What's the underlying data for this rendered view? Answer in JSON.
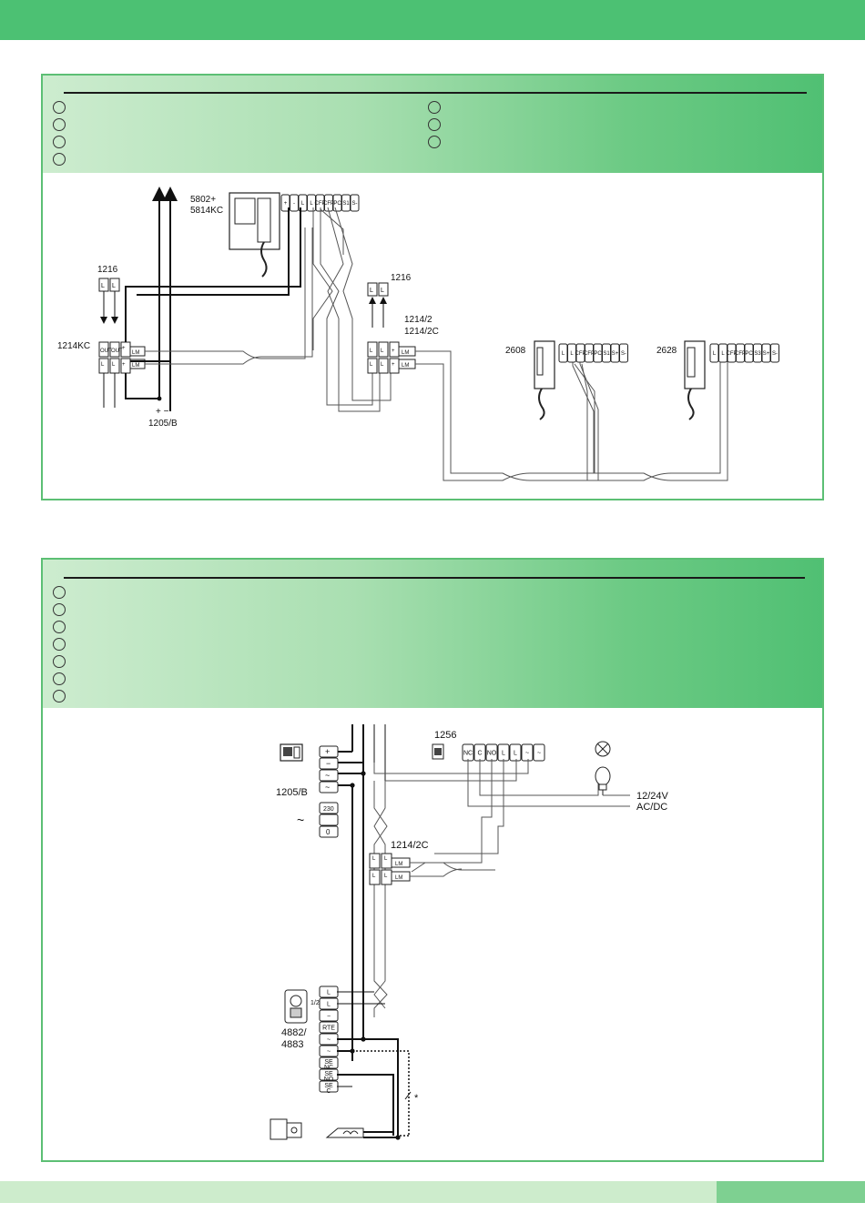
{
  "diagram1": {
    "labels": {
      "monitor": "5802+",
      "monitor2": "5814KC",
      "relay_left": "1216",
      "relay_right": "1216",
      "switcher_left": "1214KC",
      "psu": "1205/B",
      "psu_pm": "+ −",
      "switcher_mid1": "1214/2",
      "switcher_mid2": "1214/2C",
      "phone1": "2608",
      "phone2": "2628"
    },
    "terminals": {
      "monitor": [
        "+",
        "-",
        "L",
        "L",
        "CFP",
        "CFP",
        "PC",
        "S1",
        "S-"
      ],
      "phone": [
        "L",
        "L",
        "CFP",
        "CFP",
        "PC",
        "S1",
        "S+",
        "S-"
      ],
      "phone2": [
        "L",
        "L",
        "CFP",
        "CFP",
        "PC",
        "S3",
        "S+",
        "S-"
      ]
    }
  },
  "diagram2": {
    "labels": {
      "psu": "1205/B",
      "psu_230": "230",
      "psu_0": "0",
      "relay": "1256",
      "relay_terms": [
        "NC",
        "C",
        "NO",
        "L",
        "L",
        "~",
        "~"
      ],
      "voltage1": "12/24V",
      "voltage2": "AC/DC",
      "switcher": "1214/2C",
      "panel": "4882/",
      "panel2": "4883",
      "panel_terms": [
        "L",
        "L",
        "−",
        "RTE",
        "~",
        "~",
        "SE NC",
        "SE NO",
        "SE C"
      ],
      "star": "*",
      "frac": "1/2"
    }
  },
  "colors": {
    "brand_green": "#4cc173",
    "panel_border": "#5cbf74",
    "footer_light": "#cdeccc",
    "footer_accent": "#7ed091"
  }
}
